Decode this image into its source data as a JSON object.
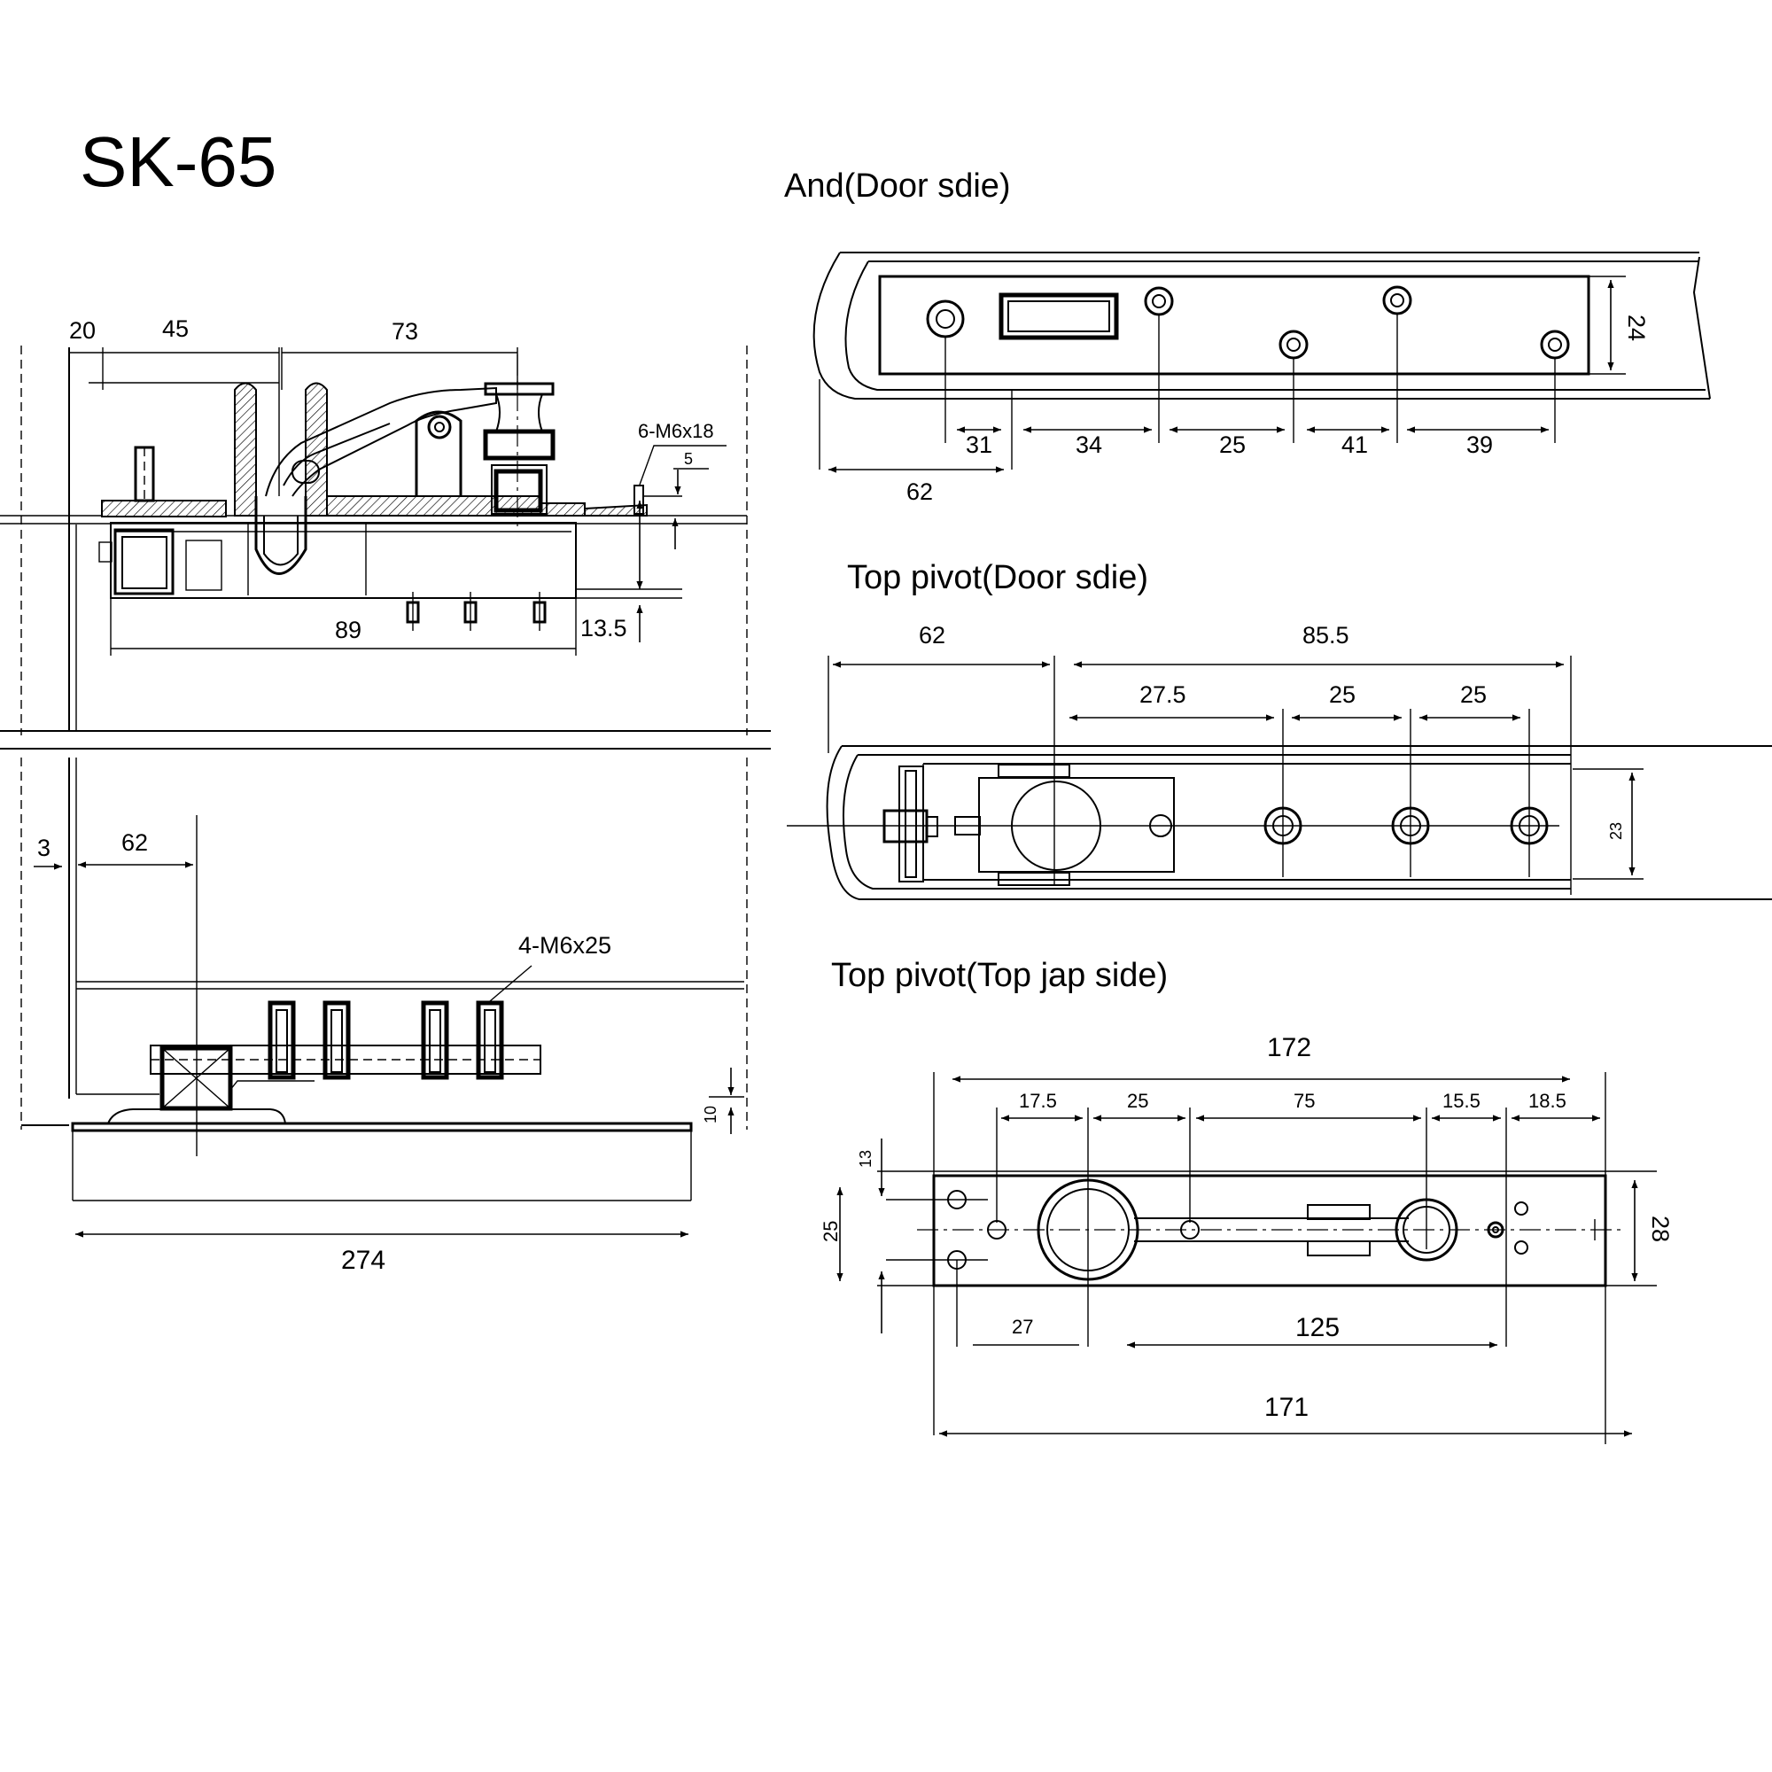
{
  "title": "SK-65",
  "views": {
    "and_door_side": {
      "title": "And(Door sdie)",
      "dims": {
        "d31": "31",
        "d34": "34",
        "d25": "25",
        "d41": "41",
        "d39": "39",
        "d62": "62",
        "d24": "24"
      }
    },
    "top_pivot_door_side": {
      "title": "Top pivot(Door sdie)",
      "dims": {
        "d62": "62",
        "d85_5": "85.5",
        "d27_5": "27.5",
        "d25a": "25",
        "d25b": "25",
        "d23": "23"
      }
    },
    "top_pivot_top_jap_side": {
      "title": "Top pivot(Top jap side)",
      "dims": {
        "d172": "172",
        "d17_5": "17.5",
        "d25": "25",
        "d75": "75",
        "d15_5": "15.5",
        "d18_5": "18.5",
        "d13": "13",
        "d25v": "25",
        "d28": "28",
        "d27": "27",
        "d125": "125",
        "d171": "171"
      }
    },
    "side_section": {
      "dims": {
        "d20": "20",
        "d45": "45",
        "d73": "73",
        "screw_top": "6-M6x18",
        "d5": "5",
        "d89": "89",
        "d13_5": "13.5"
      }
    },
    "bottom_section": {
      "dims": {
        "d3": "3",
        "d62": "62",
        "screw_bottom": "4-M6x25",
        "d10": "10",
        "d274": "274"
      }
    }
  }
}
